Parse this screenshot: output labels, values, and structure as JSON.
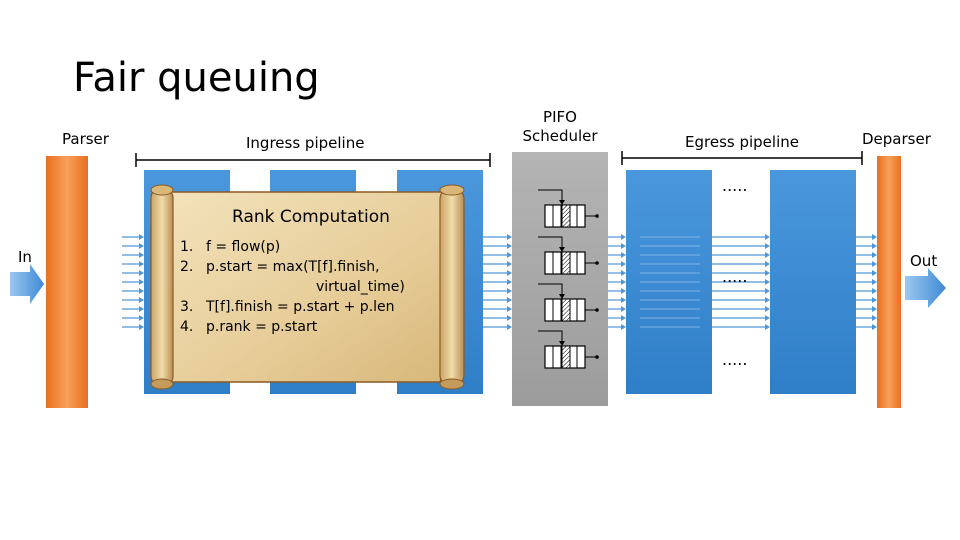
{
  "title": "Fair queuing",
  "labels": {
    "parser": "Parser",
    "ingress": "Ingress pipeline",
    "pifo": [
      "PIFO",
      "Scheduler"
    ],
    "egress": "Egress pipeline",
    "deparser": "Deparser",
    "in": "In",
    "out": "Out",
    "ellipsis": "....."
  },
  "scroll": {
    "heading": "Rank Computation",
    "steps": [
      {
        "num": "1.",
        "text": "f = flow(p)"
      },
      {
        "num": "2.",
        "text": "p.start = max(T[f].finish,"
      },
      {
        "num": "",
        "text": "virtual_time)"
      },
      {
        "num": "3.",
        "text": "T[f].finish = p.start + p.len"
      },
      {
        "num": "4.",
        "text": "p.rank = p.start"
      }
    ]
  },
  "colors": {
    "parser_orange": "#f07d2a",
    "stage_blue": "#3f8fd6",
    "scheduler_gray": "#a6a6a6",
    "arrow_blue": "#4f97d8",
    "parchment": "#e8cf9a"
  }
}
